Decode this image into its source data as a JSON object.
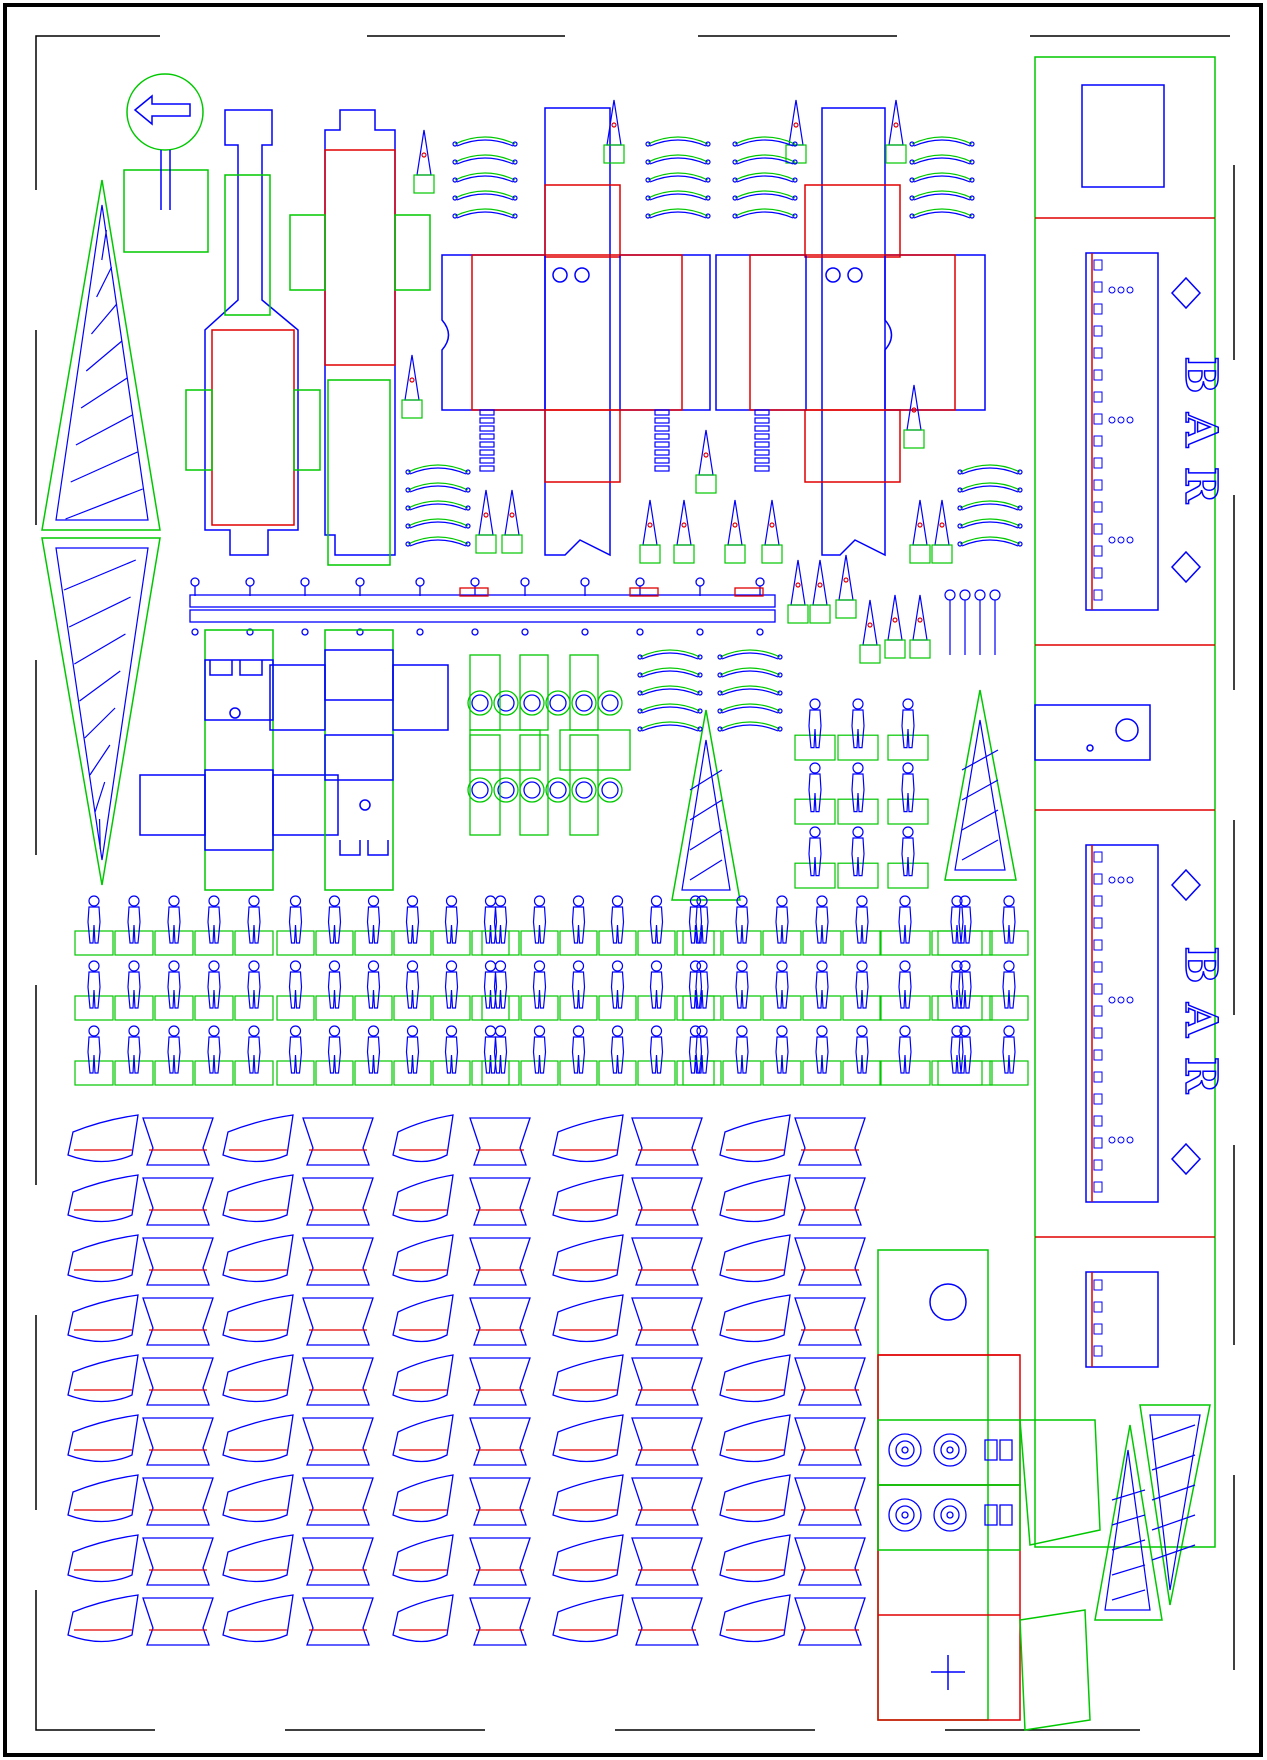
{
  "sheet": {
    "colors": {
      "frame": "#000000",
      "outline": "#0000ff",
      "guide": "#00c800",
      "fold": "#e00000"
    }
  },
  "banner": {
    "letters": [
      "B",
      "A",
      "R"
    ]
  },
  "icons": {
    "arrow_sign": "arrow-left-icon",
    "people": "standing-figure-icon",
    "lamps": "lamp-post-icon",
    "truss": "truss-tower-icon",
    "speakers": "speaker-icon"
  }
}
